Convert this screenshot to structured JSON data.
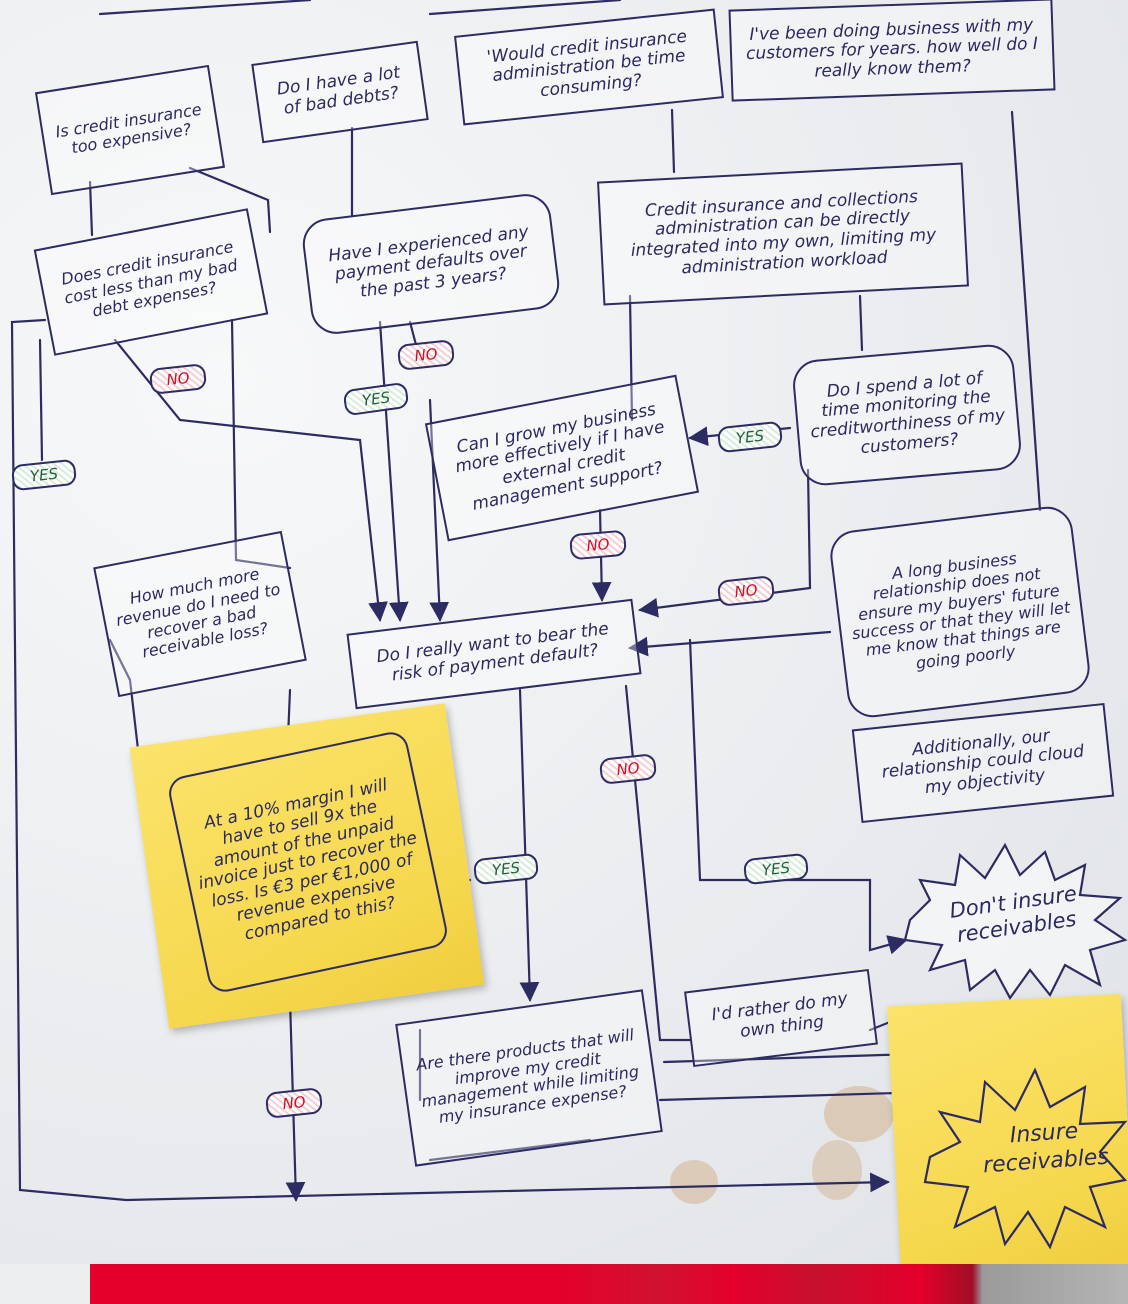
{
  "nodes": {
    "q_expensive": "Is credit insurance too expensive?",
    "q_bad_debts": "Do I have a lot of bad debts?",
    "q_admin_time": "'Would credit insurance administration be time consuming?",
    "q_know_customers": "I've been doing business with my customers for years. how well do I really know them?",
    "q_cost_less": "Does credit insurance cost less than my bad debt expenses?",
    "q_defaults": "Have I experienced any payment defaults over the past 3 years?",
    "s_integrated": "Credit insurance and collections administration can be directly integrated into my own, limiting my administration workload",
    "q_monitoring": "Do I spend a lot of time monitoring the creditworthiness of my customers?",
    "q_grow": "Can I grow my business more effectively if I have external credit management support?",
    "s_long_relationship": "A long business relationship does not ensure my buyers' future success or that they will let me know that things are going poorly",
    "q_revenue": "How much more revenue do I need to recover a bad receivable loss?",
    "q_bear_risk": "Do I really want to bear the risk of payment default?",
    "s_objectivity": "Additionally, our relationship could cloud my objectivity",
    "sticky_margin": "At a 10% margin I will have to sell 9x the amount of the unpaid invoice just to recover the loss. Is €3 per €1,000 of revenue expensive compared to this?",
    "q_products": "Are there products that will improve my credit management while limiting my insurance expense?",
    "s_own_thing": "I'd rather do my own thing",
    "end_dont_insure": "Don't insure receivables",
    "end_insure": "Insure receivables"
  },
  "labels": {
    "yes": "YES",
    "no": "NO"
  },
  "colors": {
    "ink": "#2d2c62",
    "brand_red": "#e4002b",
    "sticky": "#f6d84e",
    "yes_text": "#1f5f3a",
    "no_text": "#c4142a"
  }
}
